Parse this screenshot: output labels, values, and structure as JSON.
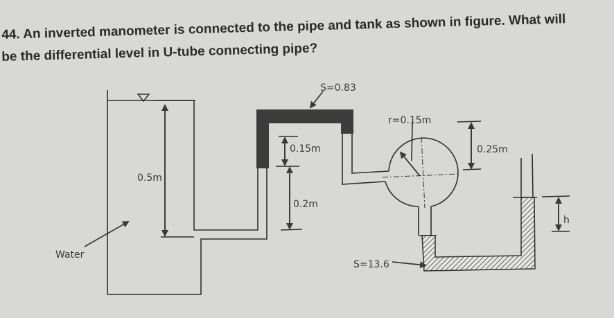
{
  "question": {
    "number": "44.",
    "line1": "An inverted manometer is connected to the pipe and tank as shown in figure. What will",
    "line2": "be the differential level in U-tube connecting pipe?"
  },
  "figure": {
    "labels": {
      "oil_gravity": "S=0.83",
      "radius": "r=0.15m",
      "dim_015": "0.15m",
      "dim_02": "0.2m",
      "dim_025": "0.25m",
      "dim_05": "0.5m",
      "h": "h",
      "water": "Water",
      "mercury_gravity": "S=13.6"
    },
    "colors": {
      "background": "#d8d9d5",
      "oil_fill": "#3c3c3c",
      "line": "#2f2f2f"
    }
  }
}
